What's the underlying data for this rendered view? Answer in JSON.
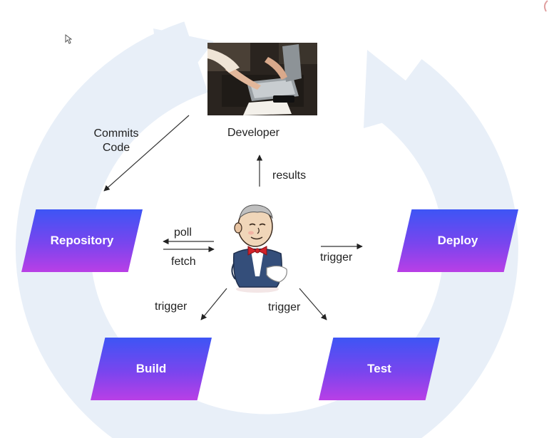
{
  "nodes": {
    "developer": "Developer",
    "repository": "Repository",
    "deploy": "Deploy",
    "build": "Build",
    "test": "Test"
  },
  "edges": {
    "commits": [
      "Commits",
      "Code"
    ],
    "results": "results",
    "poll": "poll",
    "fetch": "fetch",
    "trigger_deploy": "trigger",
    "trigger_build": "trigger",
    "trigger_test": "trigger"
  },
  "colors": {
    "box_top": "#3d55f5",
    "box_bottom": "#b93fe6",
    "cycle_ring": "#e8eff8"
  },
  "icons": {
    "center": "jenkins-butler-icon",
    "pointer": "cursor-icon"
  }
}
